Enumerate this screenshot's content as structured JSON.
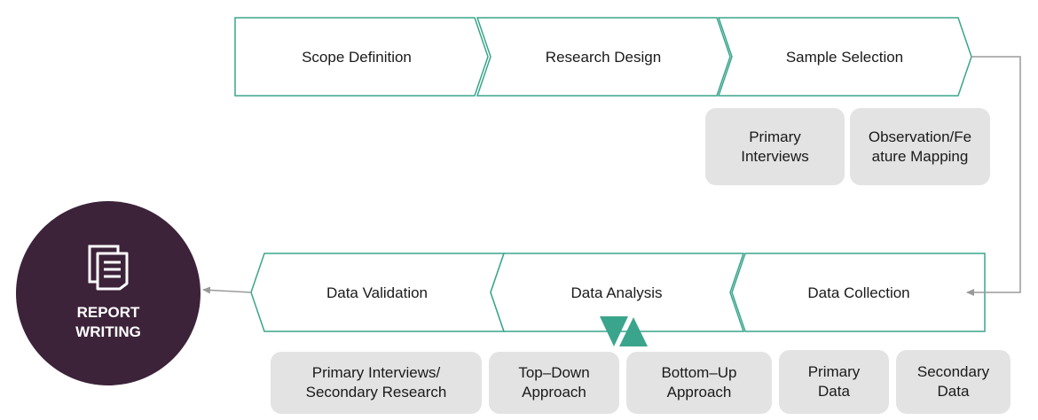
{
  "colors": {
    "teal": "#3aa58c",
    "report_bg": "#3c2339",
    "box_bg": "#e3e3e3",
    "connector": "#9a9a9a",
    "text": "#1a1a1a"
  },
  "top_steps": [
    {
      "label": "Scope Definition"
    },
    {
      "label": "Research Design"
    },
    {
      "label": "Sample Selection"
    }
  ],
  "bottom_steps": [
    {
      "label": "Data Validation"
    },
    {
      "label": "Data Analysis"
    },
    {
      "label": "Data Collection"
    }
  ],
  "sample_boxes": [
    {
      "label": "Primary Interviews"
    },
    {
      "label": "Observation/Feature Mapping"
    }
  ],
  "bottom_boxes": [
    {
      "label": "Primary Interviews/ Secondary Research"
    },
    {
      "label": "Top–Down Approach"
    },
    {
      "label": "Bottom–Up Approach"
    },
    {
      "label": "Primary Data"
    },
    {
      "label": "Secondary Data"
    }
  ],
  "report": {
    "label": "REPORT WRITING",
    "icon": "document-icon"
  },
  "analysis_icon": "triangles-icon"
}
